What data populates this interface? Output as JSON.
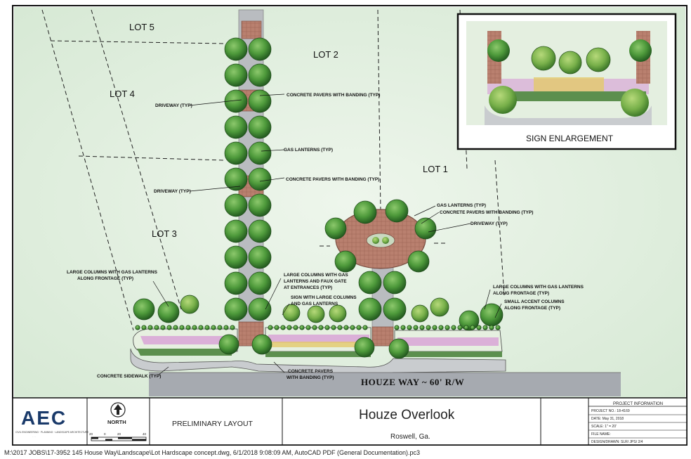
{
  "lots": {
    "lot5": "LOT 5",
    "lot4": "LOT 4",
    "lot3": "LOT 3",
    "lot2": "LOT 2",
    "lot1": "LOT 1"
  },
  "callouts": {
    "pavers_upper": "CONCRETE PAVERS WITH BANDING (TYP)",
    "driveway_upper": "DRIVEWAY (TYP)",
    "gas_lanterns_mid": "GAS LANTERNS (TYP)",
    "pavers_mid": "CONCRETE PAVERS WITH BANDING (TYP)",
    "driveway_mid": "DRIVEWAY (TYP)",
    "gas_lanterns_right": "GAS LANTERNS (TYP)",
    "pavers_right": "CONCRETE PAVERS WITH BANDING (TYP)",
    "driveway_right": "DRIVEWAY (TYP)",
    "large_columns_left": [
      "LARGE COLUMNS WITH GAS LANTERNS",
      "ALONG FRONTAGE (TYP)"
    ],
    "large_columns_gate": [
      "LARGE COLUMNS WITH GAS",
      "LANTERNS AND FAUX GATE",
      "AT ENTRANCES (TYP)"
    ],
    "sign_columns": [
      "SIGN WITH LARGE COLUMNS",
      "AND GAS LANTERNS"
    ],
    "large_columns_right": [
      "LARGE COLUMNS WITH GAS LANTERNS",
      "ALONG FRONTAGE (TYP)"
    ],
    "small_accent": [
      "SMALL ACCENT COLUMNS",
      "ALONG FRONTAGE (TYP)"
    ],
    "sidewalk": "CONCRETE SIDEWALK (TYP)",
    "pavers_bottom": [
      "CONCRETE PAVERS",
      "WITH BANDING (TYP)"
    ]
  },
  "road_label": "HOUZE WAY ~ 60' R/W",
  "inset_title": "SIGN ENLARGEMENT",
  "title_block": {
    "logo": "AEC",
    "logo_sub": "CIVIL ENGINEERING · PLANNING · LANDSCAPE ARCHITECTURE",
    "north_label": "NORTH",
    "scale_ticks": [
      "20",
      "0",
      "20",
      "40"
    ],
    "sheet_label": "PRELIMINARY LAYOUT",
    "project_title": "Houze Overlook",
    "location": "Roswell, Ga.",
    "info_header": "PROJECT INFORMATION",
    "info_rows": [
      "PROJECT NO.: 18-4169",
      "DATE: May 31, 2018",
      "SCALE: 1\" = 20'",
      "FILE NAME:",
      "DESIGN/DRAWN: SLR/ JPS/ 2/4"
    ]
  },
  "file_path": "M:\\2017 JOBS\\17-3952 145 House Way\\Landscape\\Lot Hardscape concept.dwg, 6/1/2018 9:08:09 AM, AutoCAD PDF (General Documentation).pc3",
  "colors": {
    "lawn": "#dfeedd",
    "road": "#a6aab0",
    "paver": "#b87a6a",
    "tree_dark": "#2f6b2a",
    "tree_light": "#5da548",
    "border": "#111111"
  }
}
